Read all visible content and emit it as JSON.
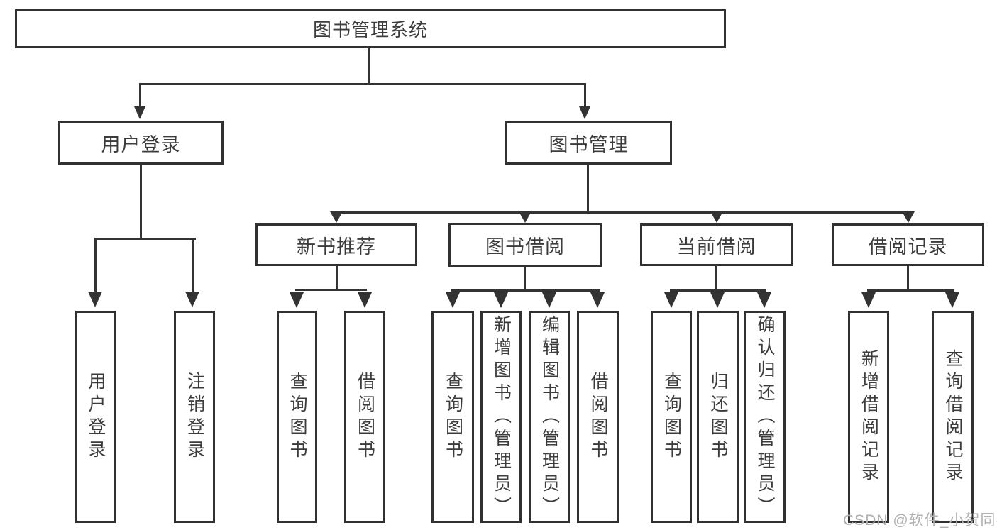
{
  "tree": {
    "label": "图书管理系统",
    "children": [
      {
        "label": "用户登录",
        "children": [
          {
            "label": "用户登录"
          },
          {
            "label": "注销登录"
          }
        ]
      },
      {
        "label": "图书管理",
        "children": [
          {
            "label": "新书推荐",
            "children": [
              {
                "label": "查询图书"
              },
              {
                "label": "借阅图书"
              }
            ]
          },
          {
            "label": "图书借阅",
            "children": [
              {
                "label": "查询图书"
              },
              {
                "label": "新增图书（管理员）"
              },
              {
                "label": "编辑图书（管理员）"
              },
              {
                "label": "借阅图书"
              }
            ]
          },
          {
            "label": "当前借阅",
            "children": [
              {
                "label": "查询图书"
              },
              {
                "label": "归还图书"
              },
              {
                "label": "确认归还（管理员）"
              }
            ]
          },
          {
            "label": "借阅记录",
            "children": [
              {
                "label": "新增借阅记录"
              },
              {
                "label": "查询借阅记录"
              }
            ]
          }
        ]
      }
    ]
  },
  "watermark": {
    "text": "CSDN @软件_小贺同学"
  },
  "colors": {
    "line": "#333333",
    "border": "#313131",
    "text": "#3c3c3c",
    "watermark": "#b0b0b0",
    "background": "#ffffff"
  }
}
